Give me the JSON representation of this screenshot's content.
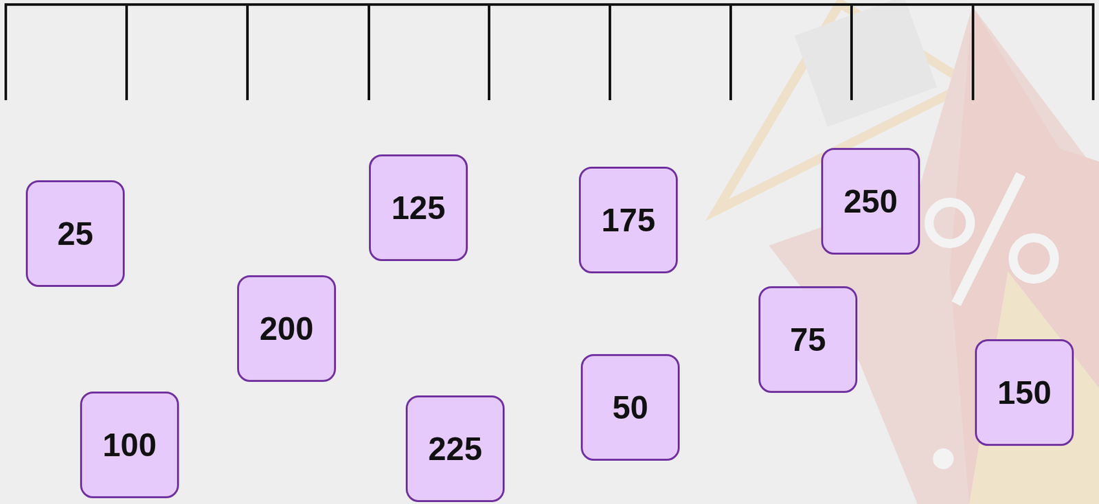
{
  "diagram": {
    "nodes": [
      {
        "text": [
          "25"
        ]
      },
      {
        "text": [
          "125"
        ]
      },
      {
        "text": [
          "175"
        ]
      },
      {
        "text": [
          "250"
        ]
      },
      {
        "text": [
          "200"
        ]
      },
      {
        "text": [
          "75"
        ]
      },
      {
        "text": [
          "150"
        ]
      },
      {
        "text": [
          "100"
        ]
      },
      {
        "text": [
          "225"
        ]
      },
      {
        "text": [
          "50"
        ]
      }
    ]
  }
}
